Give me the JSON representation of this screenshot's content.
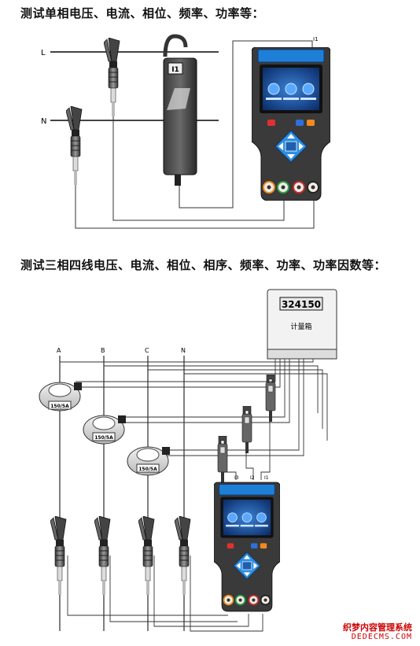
{
  "headings": {
    "single_phase": "测试单相电压、电流、相位、频率、功率等：",
    "three_phase": "测试三相四线电压、电流、相位、相序、频率、功率、功率因数等："
  },
  "diagram1": {
    "line_L": "L",
    "line_N": "N",
    "clamp_label": "I1",
    "meter_port": "I1"
  },
  "diagram2": {
    "phase_A": "A",
    "phase_B": "B",
    "phase_C": "C",
    "phase_N": "N",
    "ct_label": "150/5A",
    "meter_reading": "324150",
    "meter_name": "计量箱",
    "port_I3": "I3",
    "port_I2": "I2",
    "port_I1": "I1"
  },
  "watermark": {
    "line1": "织梦内容管理系统",
    "line2": "DEDECMS.COM"
  }
}
